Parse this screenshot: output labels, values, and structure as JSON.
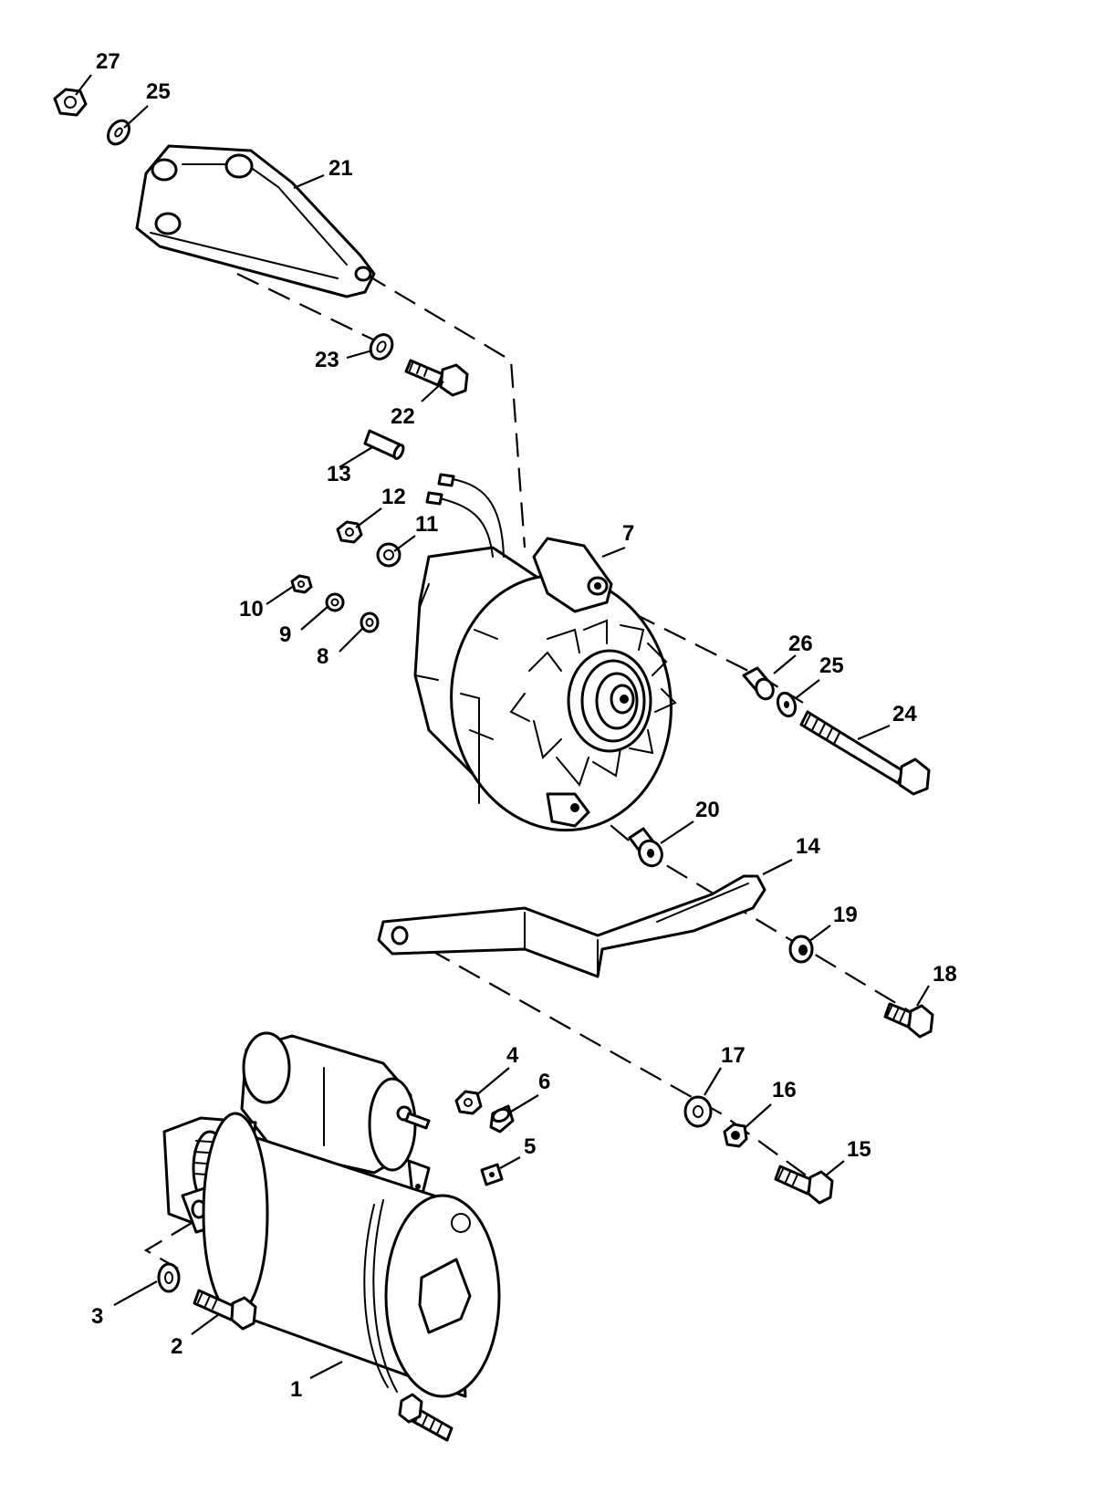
{
  "callouts": {
    "c1": "1",
    "c2": "2",
    "c3": "3",
    "c4": "4",
    "c5": "5",
    "c6": "6",
    "c7": "7",
    "c8": "8",
    "c9": "9",
    "c10": "10",
    "c11": "11",
    "c12": "12",
    "c13": "13",
    "c14": "14",
    "c15": "15",
    "c16": "16",
    "c17": "17",
    "c18": "18",
    "c19": "19",
    "c20": "20",
    "c21": "21",
    "c22": "22",
    "c23": "23",
    "c24": "24",
    "c25a": "25",
    "c25b": "25",
    "c26": "26",
    "c27": "27"
  }
}
